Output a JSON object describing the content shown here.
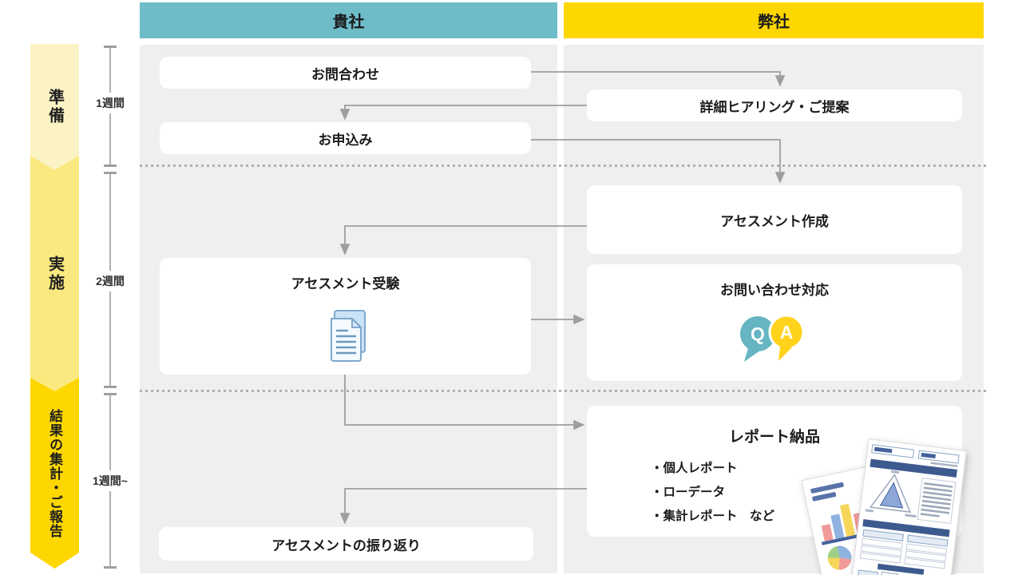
{
  "headers": {
    "client": "貴社",
    "vendor": "弊社"
  },
  "phases": [
    {
      "label": "準備",
      "duration": "1週間"
    },
    {
      "label": "実施",
      "duration": "2週間"
    },
    {
      "label": "結果の集計・ご報告",
      "duration": "1週間~"
    }
  ],
  "steps": {
    "inquiry": "お問合わせ",
    "hearing_proposal": "詳細ヒアリング・ご提案",
    "application": "お申込み",
    "assessment_creation": "アセスメント作成",
    "assessment_taking": "アセスメント受験",
    "inquiry_support": "お問い合わせ対応",
    "report_delivery": "レポート納品",
    "assessment_review": "アセスメントの振り返り"
  },
  "report_items": [
    "・個人レポート",
    "・ローデータ",
    "・集計レポート　など"
  ],
  "icons": {
    "document_stack": "document-stack-icon",
    "qa_bubbles": "qa-speech-bubbles-icon",
    "report_pages": "report-pages-icon",
    "q_label": "Q",
    "a_label": "A"
  },
  "colors": {
    "client_header": "#6FBCC9",
    "vendor_header": "#FFD700",
    "phase_prep": "#FCF3C4",
    "phase_exec": "#FAE97E",
    "phase_report": "#FFD700",
    "column_bg": "#EFEFEF",
    "arrow": "#9E9E9E",
    "qa_q_bubble": "#66B5C2",
    "qa_a_bubble": "#FFD21C"
  }
}
